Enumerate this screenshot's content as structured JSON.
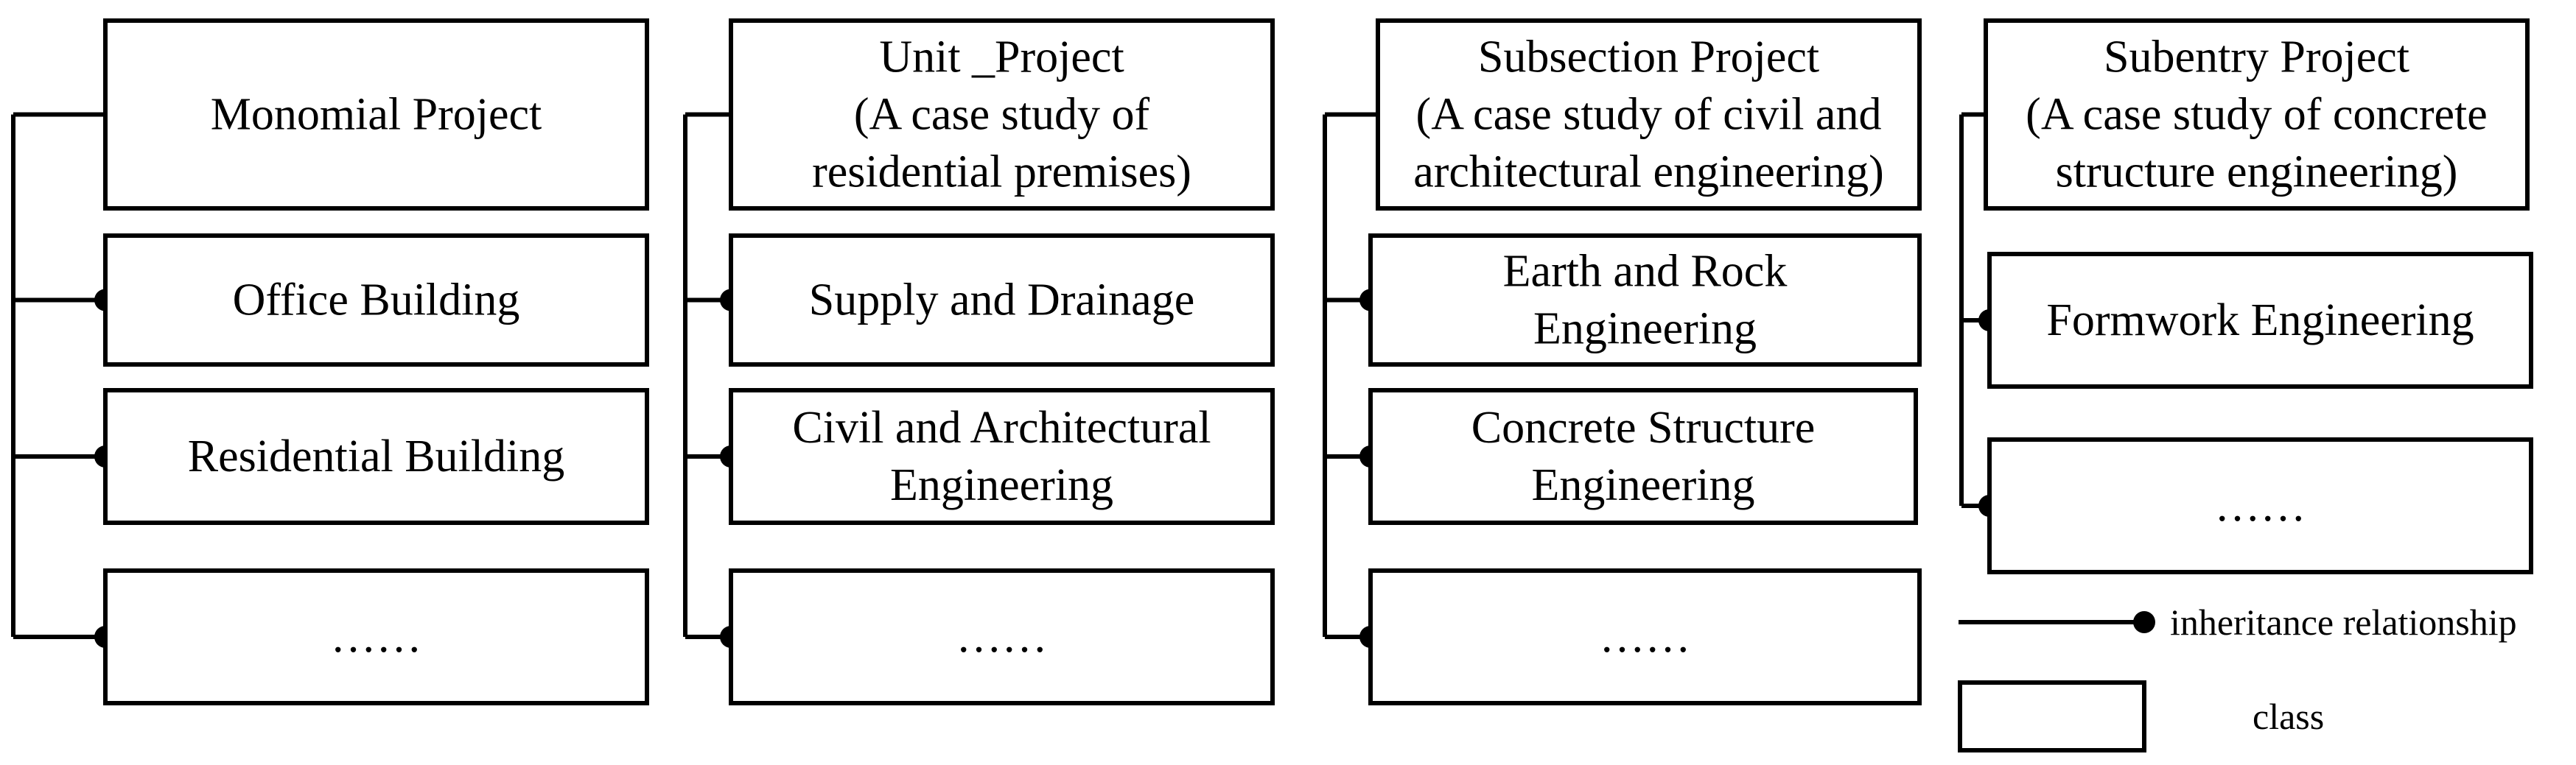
{
  "columns": [
    {
      "header": {
        "lines": [
          "Monomial Project"
        ]
      },
      "children": [
        {
          "lines": [
            "Office Building"
          ]
        },
        {
          "lines": [
            "Residential Building"
          ]
        },
        {
          "lines": [
            "……"
          ]
        }
      ]
    },
    {
      "header": {
        "lines": [
          "Unit _Project",
          "(A case study of",
          "residential premises)"
        ]
      },
      "children": [
        {
          "lines": [
            "Supply and Drainage"
          ]
        },
        {
          "lines": [
            "Civil and Architectural",
            "Engineering"
          ]
        },
        {
          "lines": [
            "……"
          ]
        }
      ]
    },
    {
      "header": {
        "lines": [
          "Subsection Project",
          "(A case study of civil and",
          "architectural engineering)"
        ]
      },
      "children": [
        {
          "lines": [
            "Earth and Rock",
            "Engineering"
          ]
        },
        {
          "lines": [
            "Concrete  Structure",
            "Engineering"
          ]
        },
        {
          "lines": [
            "……"
          ]
        }
      ]
    },
    {
      "header": {
        "lines": [
          "Subentry Project",
          "(A case study of concrete",
          "structure engineering)"
        ]
      },
      "children": [
        {
          "lines": [
            "Formwork Engineering"
          ]
        },
        {
          "lines": [
            "……"
          ]
        }
      ]
    }
  ],
  "legend": {
    "inheritance_label": "inheritance relationship",
    "class_label": "class"
  }
}
